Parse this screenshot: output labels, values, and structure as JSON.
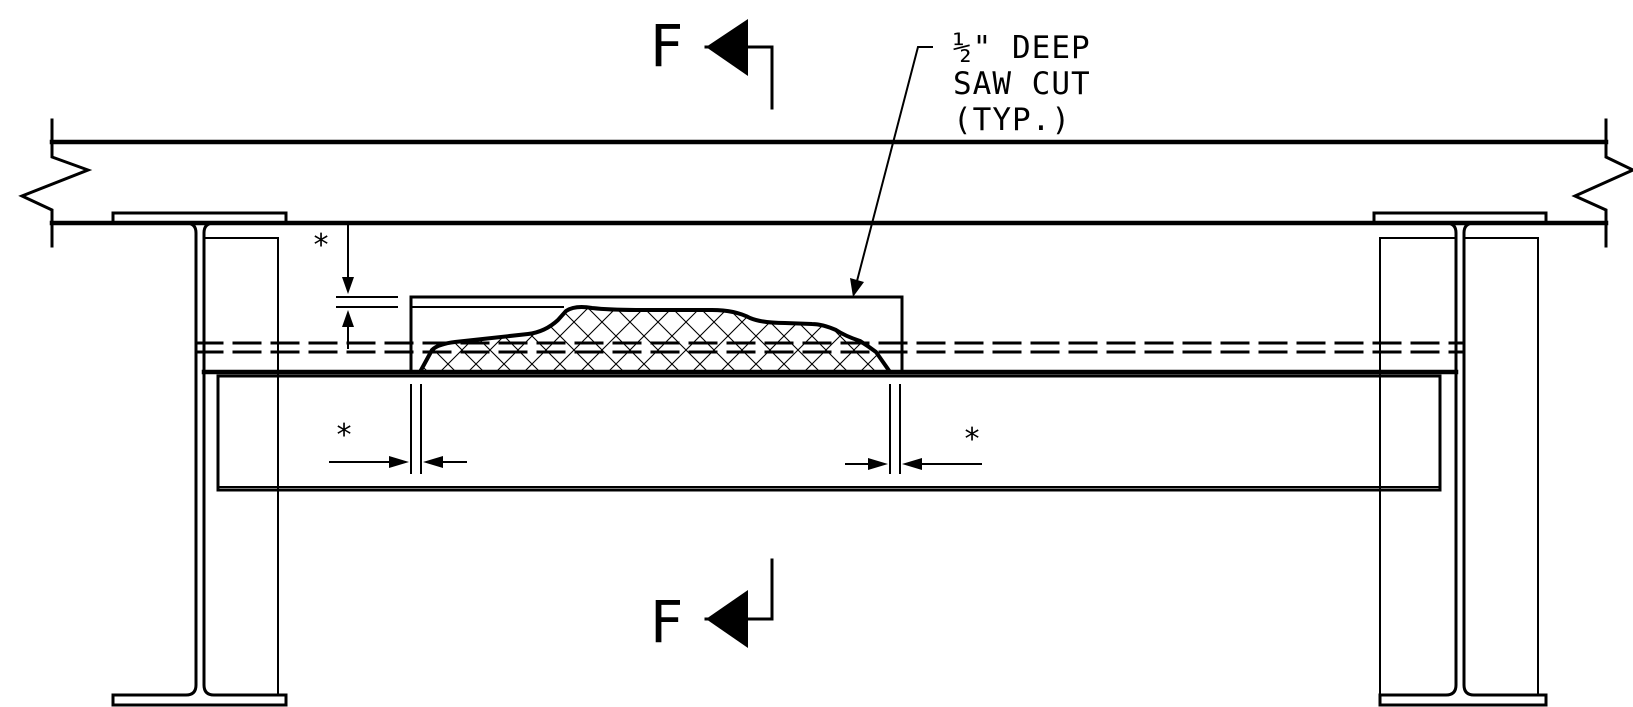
{
  "section_marks": {
    "letter": "F"
  },
  "note": {
    "line1": "½\"  DEEP",
    "line2": "SAW CUT",
    "line3": "(TYP.)"
  },
  "dimension_symbol": "*",
  "colors": {
    "line": "#000000",
    "background": "#ffffff"
  }
}
